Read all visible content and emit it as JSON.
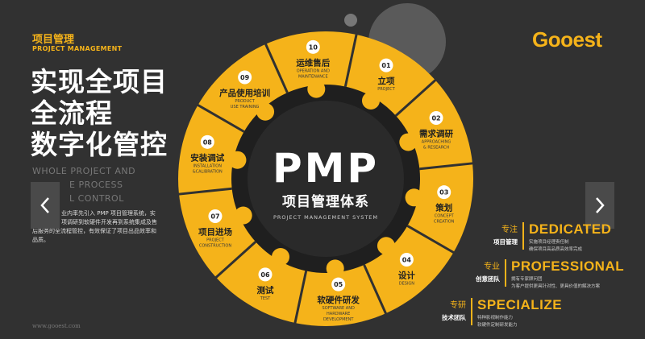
{
  "header": {
    "tag_cn": "项目管理",
    "tag_en": "PROJECT MANAGEMENT",
    "headline": [
      "实现全项目",
      "全流程",
      "数字化管控"
    ],
    "english": [
      "WHOLE PROJECT AND",
      "E PROCESS",
      "L CONTROL"
    ],
    "description": [
      "业内率先引入 PMP 项目管理系统，实",
      "项调研到软硬件开发再到系统集成及售",
      "后服务的全流程管控，有效保证了项目出品效率和",
      "品质。"
    ]
  },
  "footer": {
    "url": "www.gooest.com"
  },
  "logo": {
    "text": "Gooest"
  },
  "center": {
    "title": "PMP",
    "subtitle_cn": "项目管理体系",
    "subtitle_en": "PROJECT MANAGEMENT SYSTEM"
  },
  "steps": [
    {
      "num": "01",
      "cn": "立项",
      "en": [
        "PROJECT"
      ]
    },
    {
      "num": "02",
      "cn": "需求调研",
      "en": [
        "APPROACHING",
        "& RESEARCH"
      ]
    },
    {
      "num": "03",
      "cn": "策划",
      "en": [
        "CONCEPT",
        "CREATION"
      ]
    },
    {
      "num": "04",
      "cn": "设计",
      "en": [
        "DESIGN"
      ]
    },
    {
      "num": "05",
      "cn": "软硬件研发",
      "en": [
        "SOFTWARE AND",
        "HARDWARE",
        "DEVELOPMENT"
      ]
    },
    {
      "num": "06",
      "cn": "测试",
      "en": [
        "TEST"
      ]
    },
    {
      "num": "07",
      "cn": "项目进场",
      "en": [
        "PROJECT",
        "CONSTRUCTION"
      ]
    },
    {
      "num": "08",
      "cn": "安装调试",
      "en": [
        "INSTALLATION",
        "&CALIBRATION"
      ]
    },
    {
      "num": "09",
      "cn": "产品使用培训",
      "en": [
        "PRODUCT",
        "USE TRAINING"
      ]
    },
    {
      "num": "10",
      "cn": "运维售后",
      "en": [
        "OPERATION AND",
        "MAINTENANCE"
      ]
    }
  ],
  "features": [
    {
      "cn": "专注",
      "sub": "项目管理",
      "en": "DEDICATED",
      "desc": [
        "实施项目经理责任制",
        "确保项目高品质高效率完成"
      ]
    },
    {
      "cn": "专业",
      "sub": "创意团队",
      "en": "PROFESSIONAL",
      "desc": [
        "拥有专家顾问团",
        "为客户提供更具针对性、更具价值的解决方案"
      ]
    },
    {
      "cn": "专研",
      "sub": "技术团队",
      "en": "SPECIALIZE",
      "desc": [
        "特种影视制作能力",
        "软硬件定制研发能力"
      ]
    }
  ],
  "colors": {
    "accent": "#f5b31a",
    "background": "#313131",
    "ring": "#1f1f1f",
    "disc": "#2a2a2a"
  },
  "icons": {
    "prev": "chevron-left-icon",
    "next": "chevron-right-icon"
  }
}
